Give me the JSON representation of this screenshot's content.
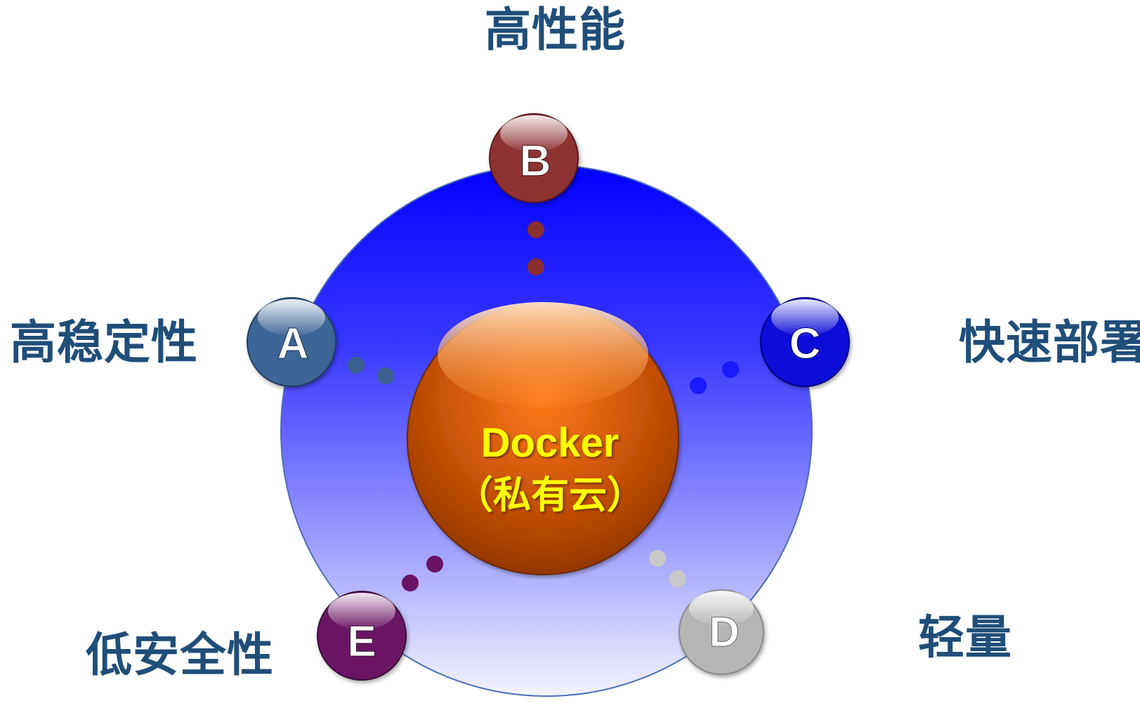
{
  "center": {
    "title": "Docker",
    "subtitle": "（私有云）",
    "title_color": "#ffff00"
  },
  "nodes": [
    {
      "id": "a",
      "letter": "A",
      "label": "高稳定性",
      "color": "#3e6596"
    },
    {
      "id": "b",
      "letter": "B",
      "label": "高性能",
      "color": "#8e3131"
    },
    {
      "id": "c",
      "letter": "C",
      "label": "快速部署",
      "color": "#0b0bd9"
    },
    {
      "id": "d",
      "letter": "D",
      "label": "轻量",
      "color": "#b5b5b5"
    },
    {
      "id": "e",
      "letter": "E",
      "label": "低安全性",
      "color": "#6a1365"
    }
  ],
  "colors": {
    "label_text": "#1f4e79",
    "outer_circle_top": "#0a0aff",
    "outer_circle_bottom": "#f2f2ff",
    "center_sphere": "#d65a06"
  }
}
